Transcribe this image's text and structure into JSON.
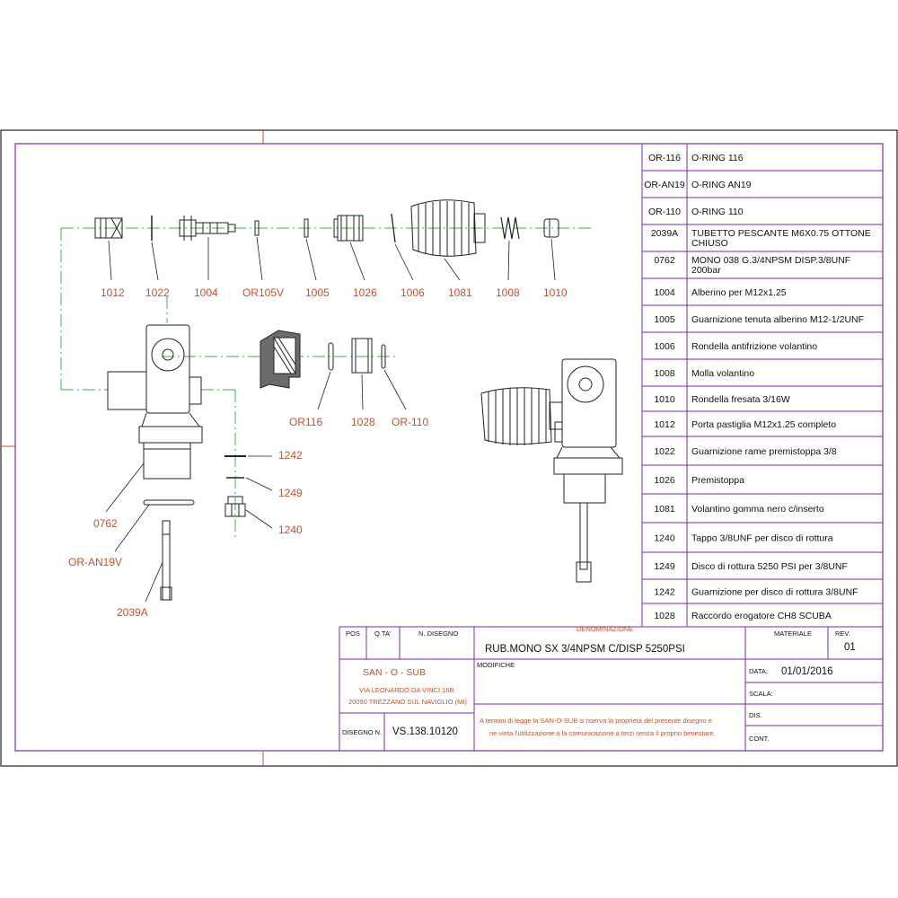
{
  "parts_list": [
    {
      "code": "OR-116",
      "desc": "O-RING 116"
    },
    {
      "code": "OR-AN19",
      "desc": "O-RING AN19"
    },
    {
      "code": "OR-110",
      "desc": "O-RING 110"
    },
    {
      "code": "2039A",
      "desc": "TUBETTO PESCANTE M6X0.75 OTTONE",
      "desc2": "CHIUSO"
    },
    {
      "code": "0762",
      "desc": "MONO 038 G.3/4NPSM DISP.3/8UNF",
      "desc2": "200bar"
    },
    {
      "code": "1004",
      "desc": "Alberino per M12x1.25"
    },
    {
      "code": "1005",
      "desc": "Guarnizione tenuta alberino M12-1/2UNF"
    },
    {
      "code": "1006",
      "desc": "Rondella antifrizione volantino"
    },
    {
      "code": "1008",
      "desc": "Molla volantino"
    },
    {
      "code": "1010",
      "desc": "Rondella fresata 3/16W"
    },
    {
      "code": "1012",
      "desc": "Porta pastiglia M12x1.25 completo"
    },
    {
      "code": "1022",
      "desc": "Guarnizione rame premistoppa 3/8"
    },
    {
      "code": "1026",
      "desc": "Premistoppa"
    },
    {
      "code": "1081",
      "desc": "Volantino gomma nero c/inserto"
    },
    {
      "code": "1240",
      "desc": "Tappo 3/8UNF per disco di rottura"
    },
    {
      "code": "1249",
      "desc": "Disco di rottura 5250 PSI per 3/8UNF"
    },
    {
      "code": "1242",
      "desc": "Guarnizione per disco di rottura 3/8UNF"
    },
    {
      "code": "1028",
      "desc": "Raccordo erogatore CH8 SCUBA"
    }
  ],
  "callouts": {
    "top": [
      "1012",
      "1022",
      "1004",
      "OR105V",
      "1005",
      "1026",
      "1006",
      "1081",
      "1008",
      "1010"
    ],
    "mid": [
      "OR116",
      "1028",
      "OR-110"
    ],
    "right": [
      "1242",
      "1249",
      "1240"
    ],
    "left": [
      "0762",
      "OR-AN19V",
      "2039A"
    ]
  },
  "title_block": {
    "h_pos": "POS",
    "h_qta": "Q.TA'",
    "h_ndisegno": "N. DISEGNO",
    "h_denominazione": "DENOMINAZIONE",
    "denominazione": "RUB.MONO SX 3/4NPSM C/DISP 5250PSI",
    "h_materiale": "MATERIALE",
    "h_rev": "REV.",
    "rev": "01",
    "company": "SAN - O - SUB",
    "address1": "VIA LEONARDO DA VINCI 16B",
    "address2": "20090 TREZZANO SUL NAVIGLIO (MI)",
    "h_modifiche": "MODIFICHE",
    "h_data": "DATA:",
    "data": "01/01/2016",
    "h_scala": "SCALA:",
    "h_dis": "DIS.",
    "h_cont": "CONT.",
    "h_disegno_n": "DISEGNO N.",
    "disegno_n": "VS.138.10120",
    "disclaimer1": "A termini di legge la SAN-O-SUB si riserva la proprietà del presente disegno e",
    "disclaimer2": "ne vieta l'utilizzazione o la comunicazione a terzi senza il proprio benestare."
  }
}
